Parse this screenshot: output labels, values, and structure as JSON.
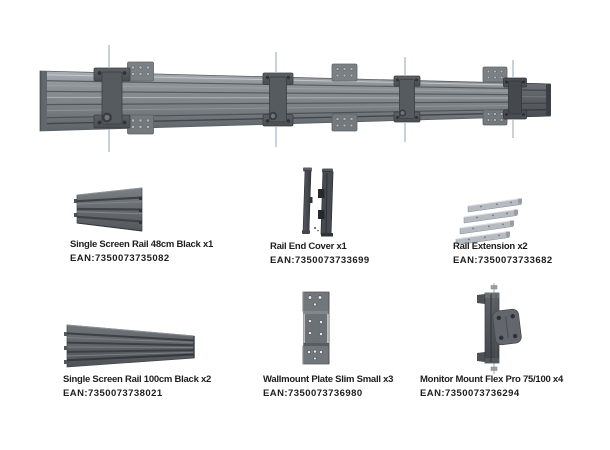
{
  "page": {
    "background": "#ffffff"
  },
  "hero": {
    "illustration": "assembled-multi-screen-rail-kit"
  },
  "products": [
    {
      "name": "Single Screen Rail 48cm Black x1",
      "ean": "EAN:7350073735082",
      "illustration": "rail-48cm-profile"
    },
    {
      "name": "Rail End Cover x1",
      "ean": "EAN:7350073733699",
      "illustration": "rail-end-cover-pair"
    },
    {
      "name": "Rail Extension x2",
      "ean": "EAN:7350073733682",
      "illustration": "rail-extension-bars"
    },
    {
      "name": "Single Screen Rail 100cm Black x2",
      "ean": "EAN:7350073738021",
      "illustration": "rail-100cm-profile"
    },
    {
      "name": "Wallmount Plate Slim Small x3",
      "ean": "EAN:7350073736980",
      "illustration": "wallmount-plate-slim"
    },
    {
      "name": "Monitor Mount Flex Pro 75/100 x4",
      "ean": "EAN:7350073736294",
      "illustration": "monitor-mount-flex-pro"
    }
  ],
  "colors": {
    "rail_gray": "#84898e",
    "dark_part": "#4a4e53",
    "mount_gray": "#54585d",
    "plate_gray": "#7b8085",
    "silver": "#b6bbc1",
    "screw_blue": "#a9bbc9",
    "text": "#1d1d1f"
  }
}
